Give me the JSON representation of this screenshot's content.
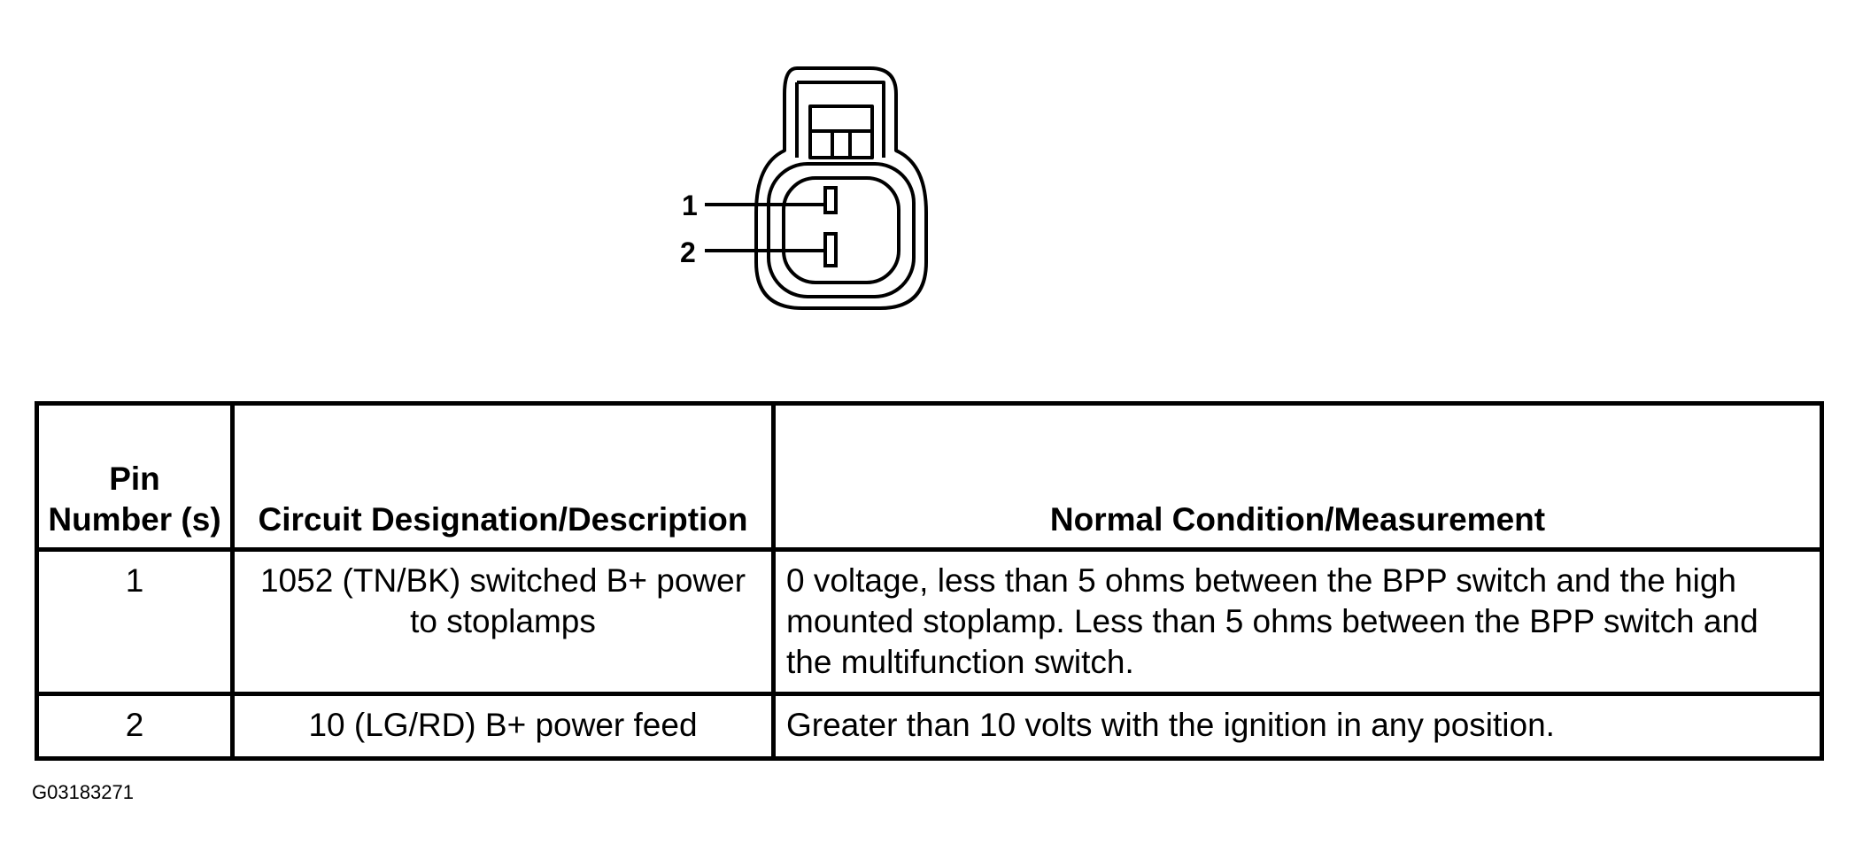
{
  "connector": {
    "pin_labels": [
      "1",
      "2"
    ]
  },
  "table": {
    "headers": [
      "Pin Number (s)",
      "Circuit Designation/Description",
      "Normal Condition/Measurement"
    ],
    "rows": [
      {
        "pin": "1",
        "circuit": "1052 (TN/BK) switched B+ power to stoplamps",
        "condition": "0 voltage, less than 5 ohms between the BPP switch and the high mounted stoplamp. Less than 5 ohms between the BPP switch and the multifunction switch."
      },
      {
        "pin": "2",
        "circuit": "10 (LG/RD) B+ power feed",
        "condition": "Greater than 10 volts with the ignition in any position."
      }
    ]
  },
  "figure_id": "G03183271"
}
